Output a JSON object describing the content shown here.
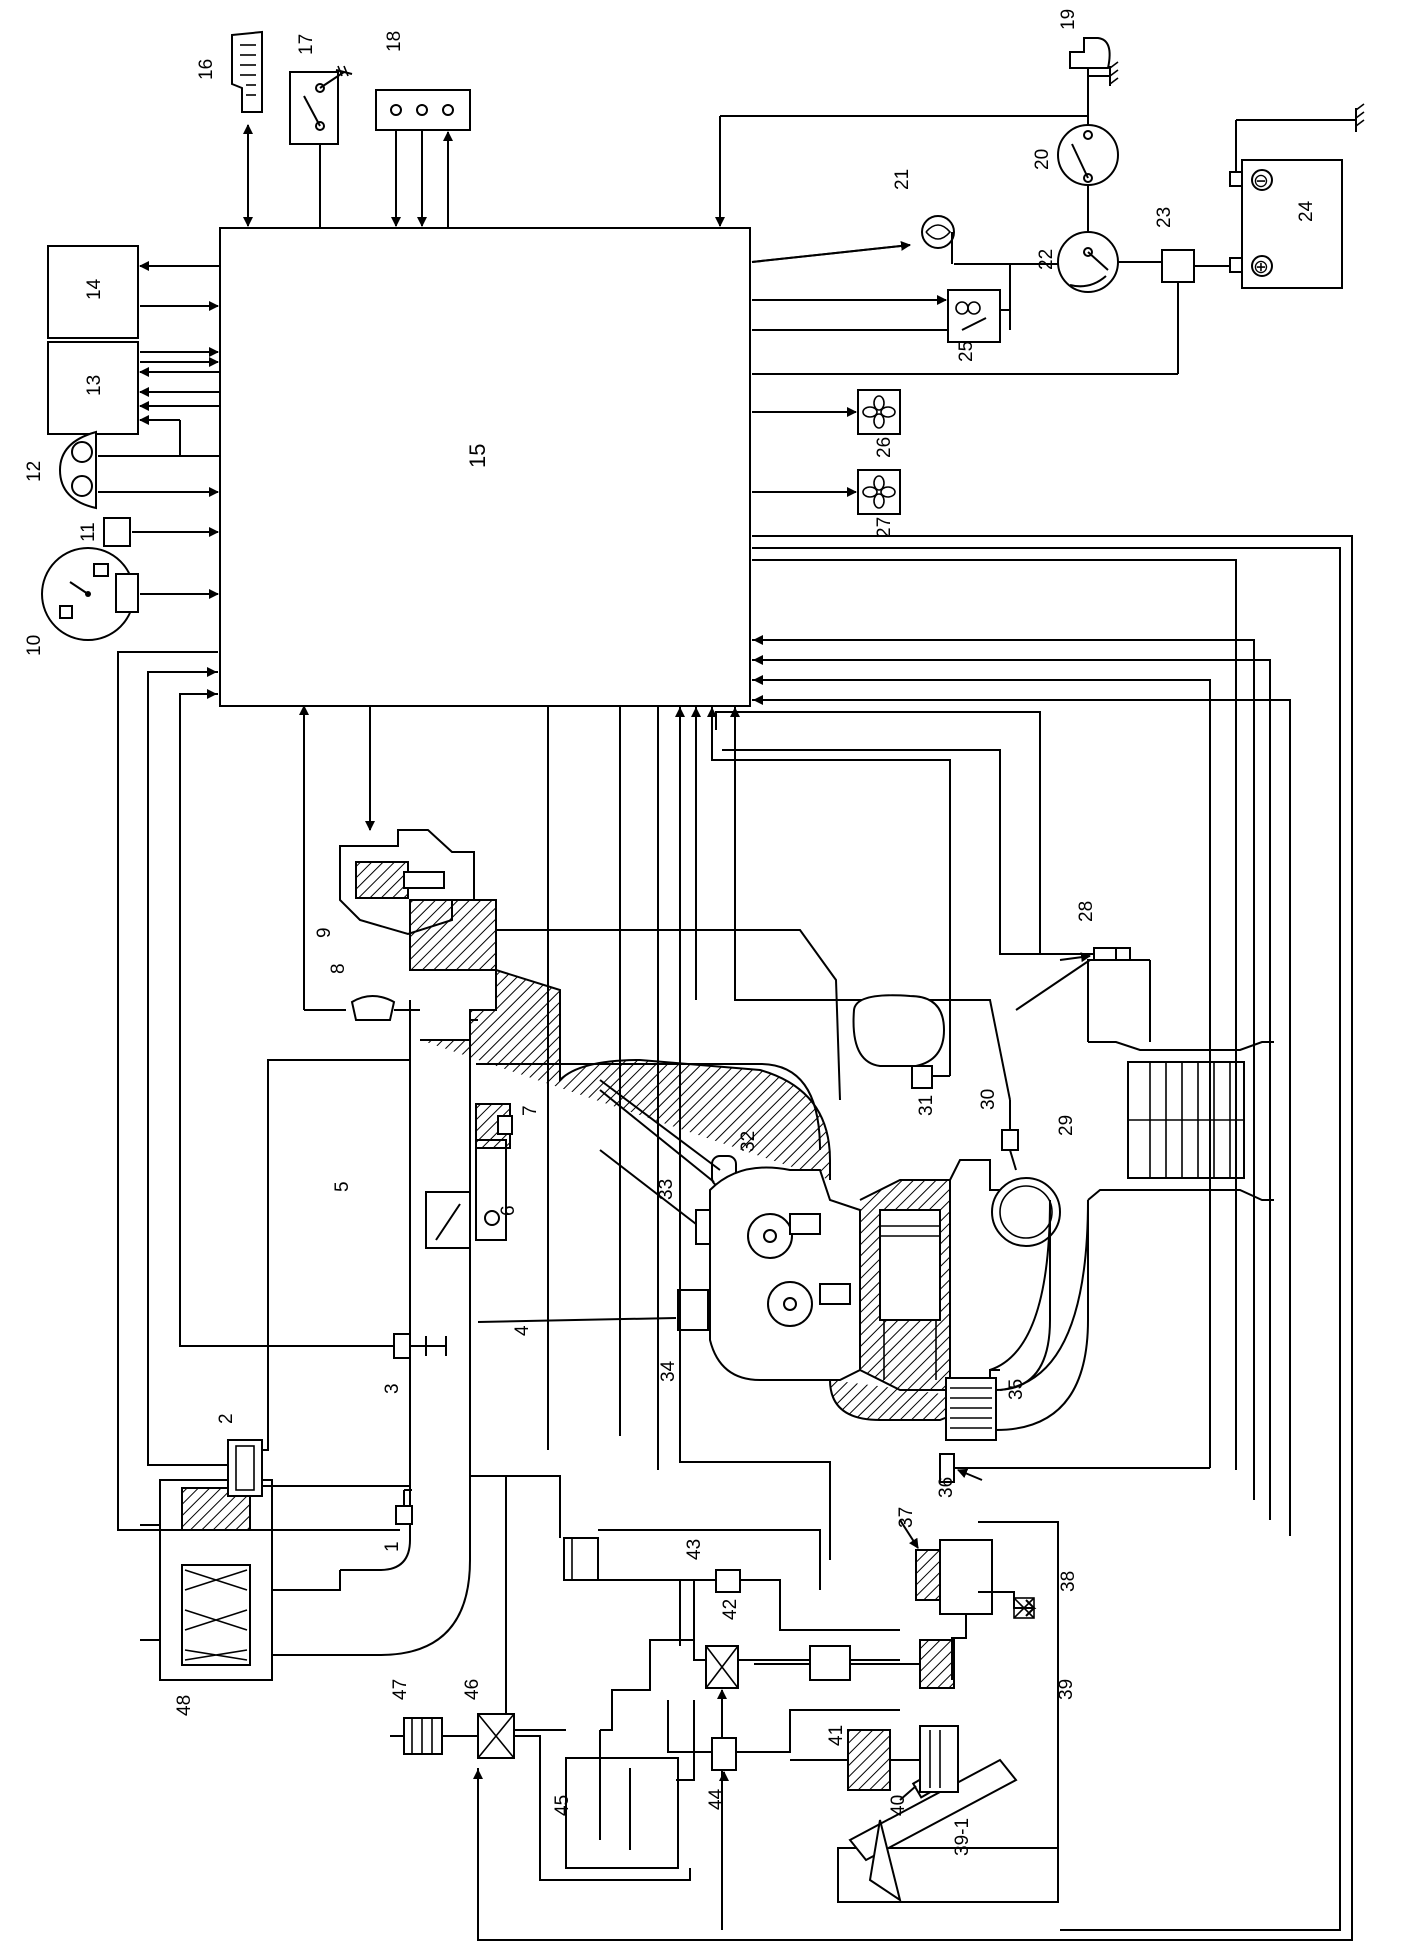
{
  "title": "",
  "labels": {
    "c1": "1",
    "c2": "2",
    "c3": "3",
    "c4": "4",
    "c5": "5",
    "c6": "6",
    "c7": "7",
    "c8": "8",
    "c9": "9",
    "c10": "10",
    "c11": "11",
    "c12": "12",
    "c13": "13",
    "c14": "14",
    "c15": "15",
    "c16": "16",
    "c17": "17",
    "c18": "18",
    "c19": "19",
    "c20": "20",
    "c21": "21",
    "c22": "22",
    "c23": "23",
    "c24": "24",
    "c25": "25",
    "c26": "26",
    "c27": "27",
    "c28": "28",
    "c29": "29",
    "c30": "30",
    "c31": "31",
    "c32": "32",
    "c33": "33",
    "c34": "34",
    "c35": "35",
    "c36": "36",
    "c37": "37",
    "c38": "38",
    "c39": "39",
    "c39_1": "39-1",
    "c40": "40",
    "c41": "41",
    "c42": "42",
    "c43": "43",
    "c44": "44",
    "c45": "45",
    "c46": "46",
    "c47": "47",
    "c48": "48"
  },
  "battery": {
    "negative": "⊖",
    "positive": "⊕"
  },
  "icons": [
    "ground-icon",
    "arrow-icon",
    "battery-icon",
    "fan-icon",
    "relay-icon",
    "switch-icon"
  ]
}
